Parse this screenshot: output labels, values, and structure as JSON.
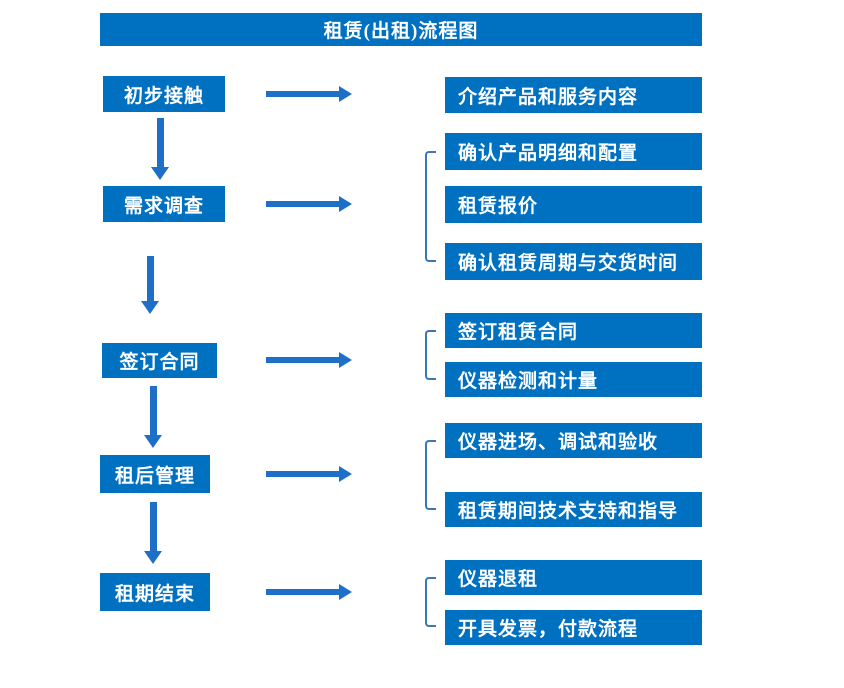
{
  "title": "租赁(出租)流程图",
  "colors": {
    "box_blue": "#0070C0",
    "arrow_blue": "#1E6FC8",
    "bracket_blue": "#3A77B5",
    "text": "#FFFFFF"
  },
  "flow": {
    "stages": [
      {
        "label": "初步接触",
        "outputs": [
          "介绍产品和服务内容"
        ]
      },
      {
        "label": "需求调查",
        "outputs": [
          "确认产品明细和配置",
          "租赁报价",
          "确认租赁周期与交货时间"
        ]
      },
      {
        "label": "签订合同",
        "outputs": [
          "签订租赁合同",
          "仪器检测和计量"
        ]
      },
      {
        "label": "租后管理",
        "outputs": [
          "仪器进场、调试和验收",
          "租赁期间技术支持和指导"
        ]
      },
      {
        "label": "租期结束",
        "outputs": [
          "仪器退租",
          "开具发票，付款流程"
        ]
      }
    ]
  }
}
